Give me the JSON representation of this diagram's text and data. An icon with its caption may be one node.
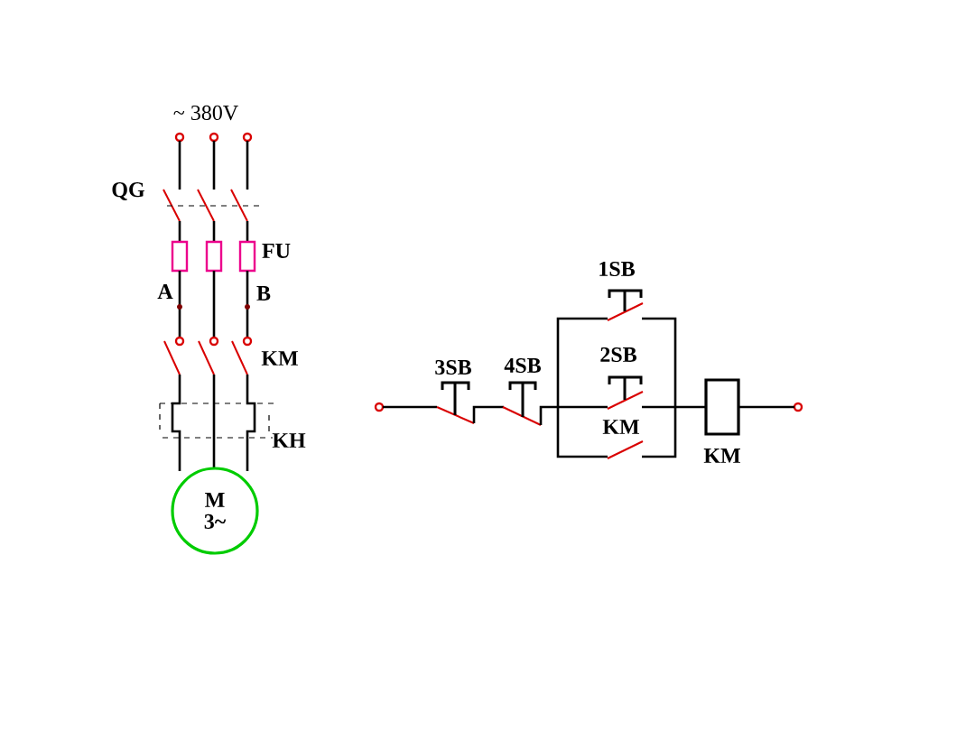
{
  "diagram": {
    "nodes": [
      {
        "text": [
          "M",
          "3~"
        ]
      },
      {
        "text": [],
        "shape": "box",
        "beside": [
          "KM"
        ]
      }
    ],
    "labels": [
      "~ 380V",
      "QG",
      "FU",
      "A",
      "B",
      "KM",
      "KH",
      "1SB",
      "3SB",
      "4SB",
      "2SB",
      "KM"
    ]
  }
}
